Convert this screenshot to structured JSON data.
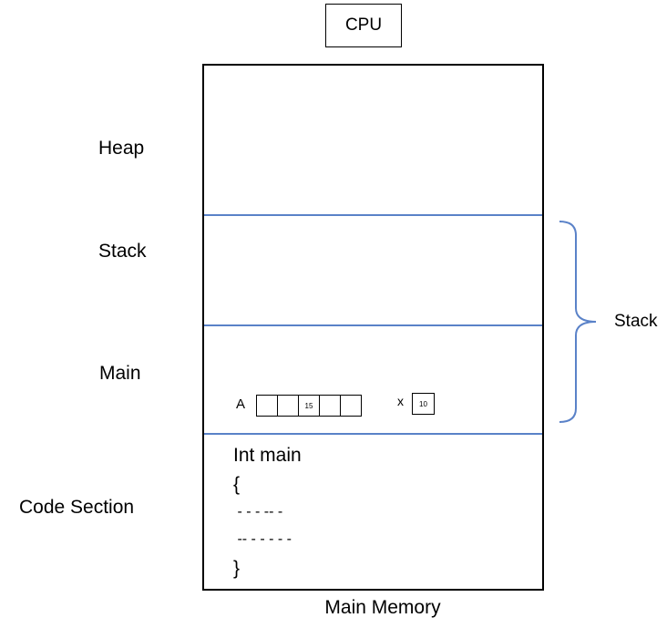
{
  "cpu": {
    "label": "CPU"
  },
  "memory": {
    "caption": "Main Memory",
    "segments": {
      "heap": "Heap",
      "stack": "Stack",
      "main": "Main",
      "code": "Code Section"
    },
    "stack_brace_label": "Stack"
  },
  "variables": {
    "array_name": "A",
    "array_cells": [
      "",
      "",
      "15",
      "",
      ""
    ],
    "scalar_name": "x",
    "scalar_value": "10"
  },
  "code": {
    "lines": [
      "Int main",
      "{",
      " - - - -- -",
      " -- - - - - -",
      "}"
    ]
  },
  "colors": {
    "divider": "#5a82c8",
    "brace": "#5a82c8"
  }
}
